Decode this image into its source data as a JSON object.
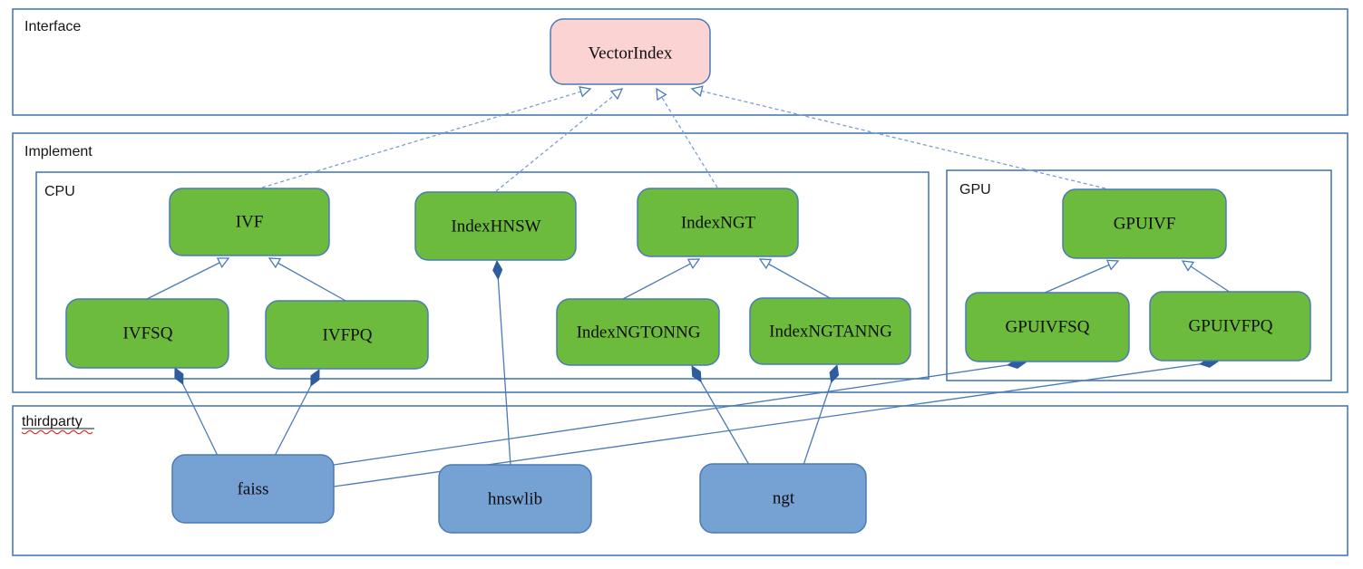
{
  "diagram": {
    "containers": {
      "interface": {
        "label": "Interface"
      },
      "implement": {
        "label": "Implement"
      },
      "cpu": {
        "label": "CPU"
      },
      "gpu": {
        "label": "GPU"
      },
      "thirdparty": {
        "label": "thirdparty"
      }
    },
    "nodes": {
      "vectorindex": {
        "label": "VectorIndex"
      },
      "ivf": {
        "label": "IVF"
      },
      "indexhnsw": {
        "label": "IndexHNSW"
      },
      "indexngt": {
        "label": "IndexNGT"
      },
      "ivfsq": {
        "label": "IVFSQ"
      },
      "ivfpq": {
        "label": "IVFPQ"
      },
      "indexngtonng": {
        "label": "IndexNGTONNG"
      },
      "indexngtanng": {
        "label": "IndexNGTANNG"
      },
      "gpuivf": {
        "label": "GPUIVF"
      },
      "gpuivfsq": {
        "label": "GPUIVFSQ"
      },
      "gpuivfpq": {
        "label": "GPUIVFPQ"
      },
      "faiss": {
        "label": "faiss"
      },
      "hnswlib": {
        "label": "hnswlib"
      },
      "ngt": {
        "label": "ngt"
      }
    },
    "edges": [
      {
        "from": "IVF",
        "to": "VectorIndex",
        "type": "realization"
      },
      {
        "from": "IndexHNSW",
        "to": "VectorIndex",
        "type": "realization"
      },
      {
        "from": "IndexNGT",
        "to": "VectorIndex",
        "type": "realization"
      },
      {
        "from": "GPUIVF",
        "to": "VectorIndex",
        "type": "realization"
      },
      {
        "from": "IVFSQ",
        "to": "IVF",
        "type": "generalization"
      },
      {
        "from": "IVFPQ",
        "to": "IVF",
        "type": "generalization"
      },
      {
        "from": "IndexNGTONNG",
        "to": "IndexNGT",
        "type": "generalization"
      },
      {
        "from": "IndexNGTANNG",
        "to": "IndexNGT",
        "type": "generalization"
      },
      {
        "from": "GPUIVFSQ",
        "to": "GPUIVF",
        "type": "generalization"
      },
      {
        "from": "GPUIVFPQ",
        "to": "GPUIVF",
        "type": "generalization"
      },
      {
        "from": "IVFSQ",
        "to": "faiss",
        "type": "composition"
      },
      {
        "from": "IVFPQ",
        "to": "faiss",
        "type": "composition"
      },
      {
        "from": "GPUIVFSQ",
        "to": "faiss",
        "type": "composition"
      },
      {
        "from": "GPUIVFPQ",
        "to": "faiss",
        "type": "composition"
      },
      {
        "from": "IndexHNSW",
        "to": "hnswlib",
        "type": "composition"
      },
      {
        "from": "IndexNGTONNG",
        "to": "ngt",
        "type": "composition"
      },
      {
        "from": "IndexNGTANNG",
        "to": "ngt",
        "type": "composition"
      }
    ],
    "colors": {
      "node_green": "#6cbb3c",
      "node_pink": "#fad3d2",
      "node_blue": "#75a1d3",
      "border_blue": "#4a7ab8",
      "dashed_line": "#7a9fd4",
      "diamond": "#2e5c9c",
      "spellcheck_red": "#dd2a1b"
    }
  }
}
